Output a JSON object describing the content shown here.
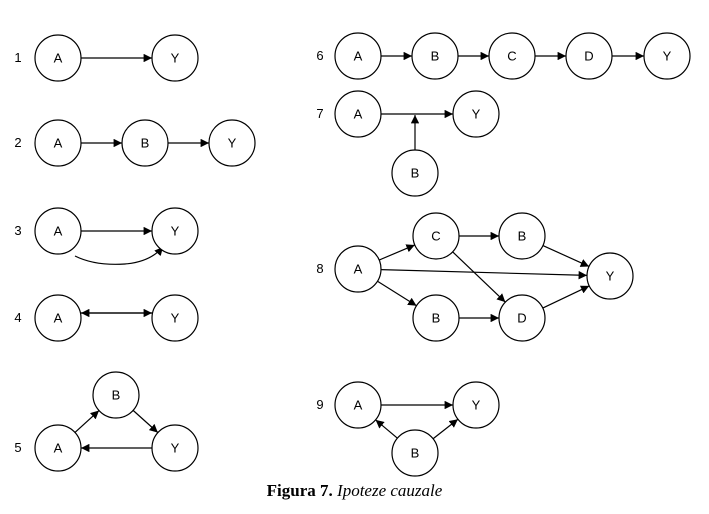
{
  "diagrams": [
    {
      "number": "1",
      "nodes": [
        "A",
        "Y"
      ]
    },
    {
      "number": "2",
      "nodes": [
        "A",
        "B",
        "Y"
      ]
    },
    {
      "number": "3",
      "nodes": [
        "A",
        "Y"
      ]
    },
    {
      "number": "4",
      "nodes": [
        "A",
        "Y"
      ]
    },
    {
      "number": "5",
      "nodes": [
        "B",
        "A",
        "Y"
      ]
    },
    {
      "number": "6",
      "nodes": [
        "A",
        "B",
        "C",
        "D",
        "Y"
      ]
    },
    {
      "number": "7",
      "nodes": [
        "A",
        "Y",
        "B"
      ]
    },
    {
      "number": "8",
      "nodes": [
        "A",
        "C",
        "B",
        "B",
        "D",
        "Y"
      ]
    },
    {
      "number": "9",
      "nodes": [
        "A",
        "Y",
        "B"
      ]
    }
  ],
  "caption": {
    "label": "Figura 7.",
    "title": "Ipoteze cauzale"
  }
}
